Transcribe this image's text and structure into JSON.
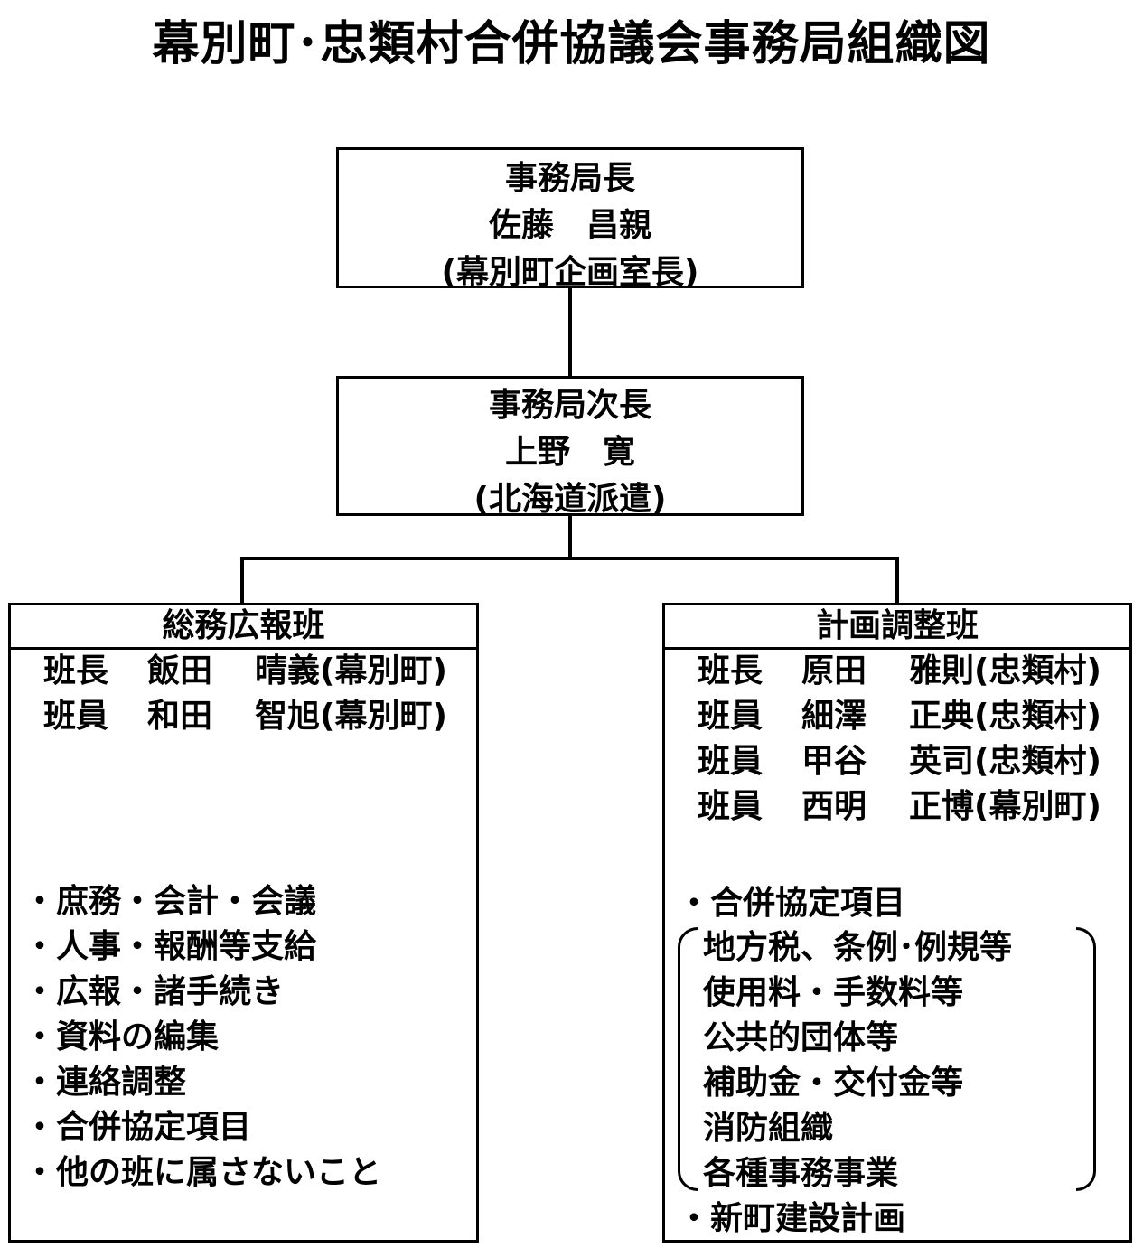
{
  "title": "幕別町･忠類村合併協議会事務局組織図",
  "chief": {
    "role": "事務局長",
    "name": "佐藤　昌親",
    "note": "(幕別町企画室長)"
  },
  "deputy": {
    "role": "事務局次長",
    "name": "上野　寛",
    "note": "(北海道派遣)"
  },
  "teams": [
    {
      "name": "総務広報班",
      "members": [
        {
          "role": "班長",
          "surname": "飯田",
          "given": "晴義(幕別町)"
        },
        {
          "role": "班員",
          "surname": "和田",
          "given": "智旭(幕別町)"
        }
      ],
      "duties": [
        "・庶務・会計・会議",
        "・人事・報酬等支給",
        "・広報・諸手続き",
        "・資料の編集",
        "・連絡調整",
        "・合併協定項目",
        "・他の班に属さないこと"
      ]
    },
    {
      "name": "計画調整班",
      "members": [
        {
          "role": "班長",
          "surname": "原田",
          "given": "雅則(忠類村)"
        },
        {
          "role": "班員",
          "surname": "細澤",
          "given": "正典(忠類村)"
        },
        {
          "role": "班員",
          "surname": "甲谷",
          "given": "英司(忠類村)"
        },
        {
          "role": "班員",
          "surname": "西明",
          "given": "正博(幕別町)"
        }
      ],
      "duties_head": "・合併協定項目",
      "duties_sub": [
        "地方税、条例･例規等",
        "使用料・手数料等",
        "公共的団体等",
        "補助金・交付金等",
        "消防組織",
        "各種事務事業"
      ],
      "duties_tail": "・新町建設計画"
    }
  ]
}
